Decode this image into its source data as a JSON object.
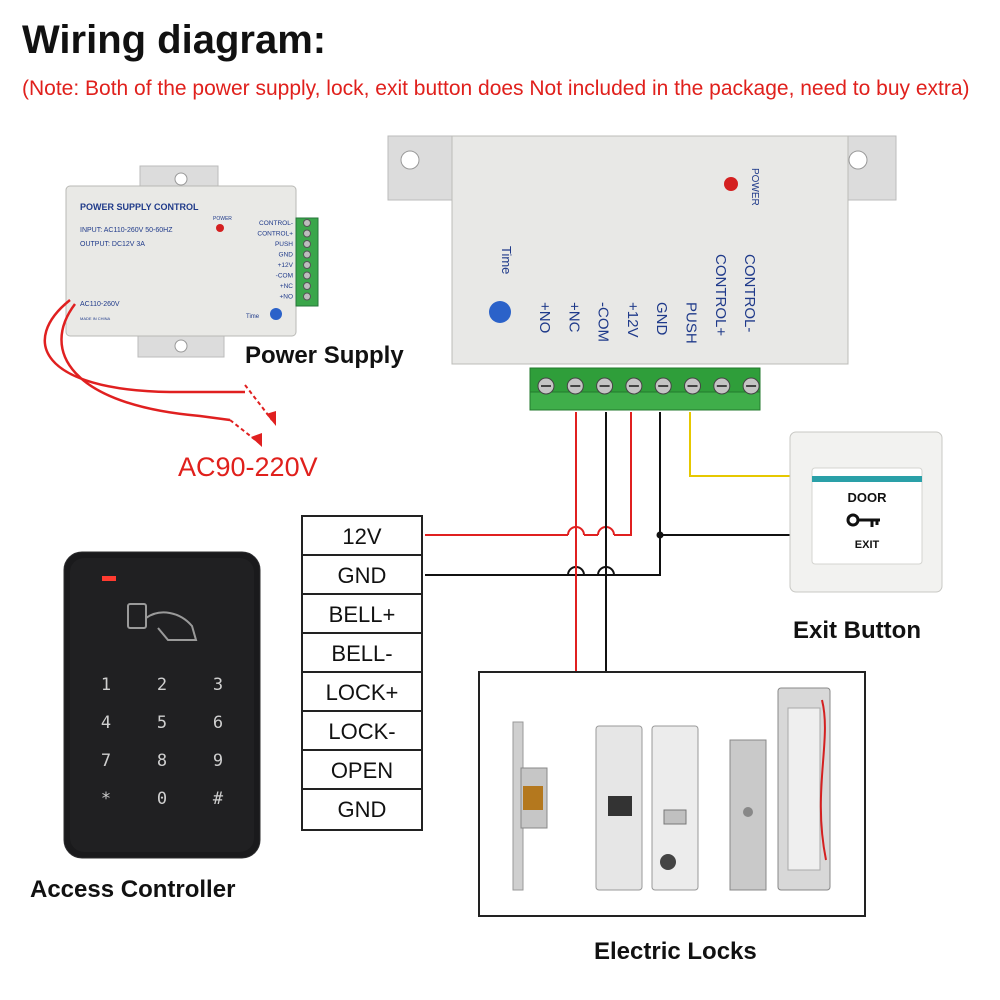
{
  "title": "Wiring diagram:",
  "note": "(Note: Both of the power supply, lock, exit button does  Not  included in the package, need to buy extra)",
  "power_supply_small": {
    "label": "Power Supply",
    "header": "POWER SUPPLY CONTROL",
    "input": "INPUT: AC110-260V 50-60HZ",
    "output": "OUTPUT: DC12V  3A",
    "power_led": "POWER",
    "bottom": "AC110-260V",
    "made": "MADE IN CHINA",
    "time": "Time",
    "terminals": [
      "CONTROL-",
      "CONTROL+",
      "PUSH",
      "GND",
      "+12V",
      "-COM",
      "+NC",
      "+NO"
    ]
  },
  "ac_voltage": "AC90-220V",
  "power_supply_big": {
    "power_led": "POWER",
    "time": "Time",
    "terminals": [
      "+NO",
      "+NC",
      "-COM",
      "+12V",
      "GND",
      "PUSH",
      "CONTROL+",
      "CONTROL-"
    ]
  },
  "exit_button": {
    "label": "Exit Button",
    "line1": "DOOR",
    "line2": "EXIT"
  },
  "controller": {
    "label": "Access Controller",
    "keys": [
      "1",
      "2",
      "3",
      "4",
      "5",
      "6",
      "7",
      "8",
      "9",
      "*",
      "0",
      "#"
    ]
  },
  "terminals": [
    "12V",
    "GND",
    "BELL+",
    "BELL-",
    "LOCK+",
    "LOCK-",
    "OPEN",
    "GND"
  ],
  "locks_label": "Electric Locks",
  "colors": {
    "red_wire": "#e02020",
    "black_wire": "#111111",
    "yellow_wire": "#e6c800",
    "terminal_green": "#2f9e3a"
  }
}
